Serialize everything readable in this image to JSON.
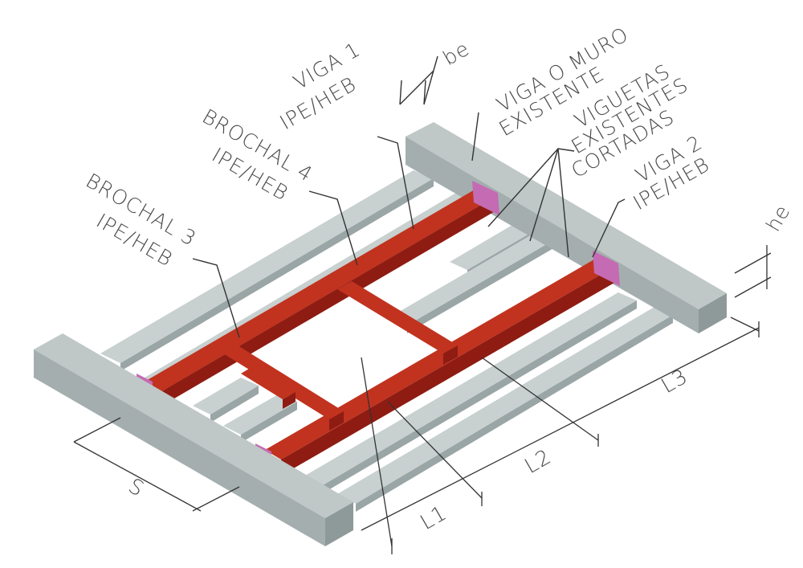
{
  "labels": {
    "viga_muro": [
      "VIGA O MURO",
      "EXISTENTE"
    ],
    "viga1": [
      "VIGA 1",
      "IPE/HEB"
    ],
    "viguetas": [
      "VIGUETAS",
      "EXISTENTES",
      "CORTADAS"
    ],
    "viga2": [
      "VIGA 2",
      "IPE/HEB"
    ],
    "brochal4": [
      "BROCHAL 4",
      "IPE/HEB"
    ],
    "brochal3": [
      "BROCHAL 3",
      "IPE/HEB"
    ],
    "be": "be",
    "he": "he",
    "dim_s": "S",
    "dim_l1": "L1",
    "dim_l2": "L2",
    "dim_l3": "L3"
  },
  "colors": {
    "concrete_top": "#bfc7c7",
    "concrete_front": "#a4aeae",
    "concrete_side": "#8e9999",
    "joist_top": "#c8d0d0",
    "joist_side": "#9aa5a5",
    "steel_top": "#c1331f",
    "steel_side": "#8e1c12",
    "plate": "#c46bb3"
  }
}
